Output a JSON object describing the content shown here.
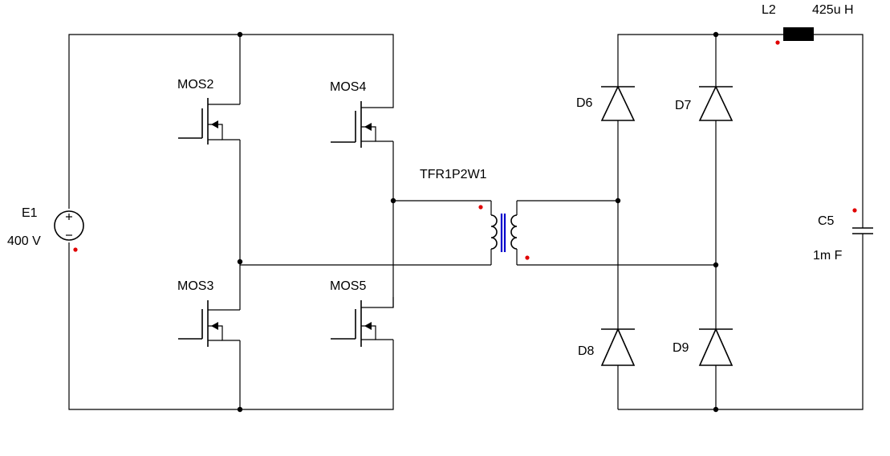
{
  "components": {
    "source": {
      "name": "E1",
      "value": "400 V"
    },
    "switches": [
      {
        "name": "MOS2"
      },
      {
        "name": "MOS4"
      },
      {
        "name": "MOS3"
      },
      {
        "name": "MOS5"
      }
    ],
    "transformer": {
      "name": "TFR1P2W1"
    },
    "diodes": [
      {
        "name": "D6"
      },
      {
        "name": "D7"
      },
      {
        "name": "D8"
      },
      {
        "name": "D9"
      }
    ],
    "inductor": {
      "name": "L2",
      "value": "425u H"
    },
    "capacitor": {
      "name": "C5",
      "value": "1m F"
    }
  },
  "colors": {
    "wire": "#000000",
    "polarity_dot": "#e00000",
    "transformer_core": "#0000cc",
    "inductor_body": "#000000"
  }
}
